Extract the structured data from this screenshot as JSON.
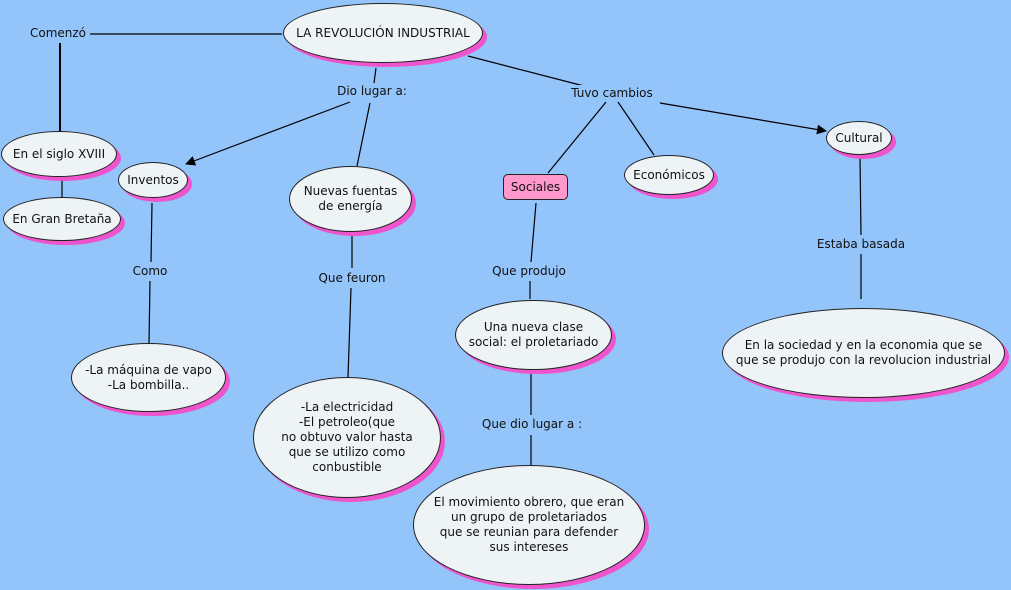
{
  "concepts": {
    "title": "LA REVOLUCIÓN INDUSTRIAL",
    "siglo": "En el siglo XVIII",
    "bretana": "En Gran Bretaña",
    "inventos": "Inventos",
    "nuevas": "Nuevas fuentas\nde energía",
    "sociales": "Sociales",
    "economicos": "Económicos",
    "cultural": "Cultural",
    "maquina": "-La máquina de vapo\n-La bombilla..",
    "electricidad": "-La electricidad\n-El petroleo(que\nno obtuvo valor hasta\nque se utilizo como\nconbustible",
    "clase": "Una nueva clase\nsocial: el proletariado",
    "movimiento": "El movimiento obrero, que eran\nun grupo de proletariados\nque se reunian para defender\nsus intereses",
    "sociedad": "En la sociedad y en la economia que se\nque se produjo con la revolucion industrial"
  },
  "links": {
    "comenzo": "Comenzó",
    "dio_lugar": "Dio lugar a:",
    "tuvo": "Tuvo cambios",
    "como": "Como",
    "que_feuron": "Que feuron",
    "que_produjo": "Que produjo",
    "que_dio": "Que dio lugar a :",
    "estaba": "Estaba basada"
  },
  "colors": {
    "background": "#94c5fa",
    "node": "#eef4f6",
    "shadow": "#ee55cc",
    "sociales": "#ff99cc"
  }
}
